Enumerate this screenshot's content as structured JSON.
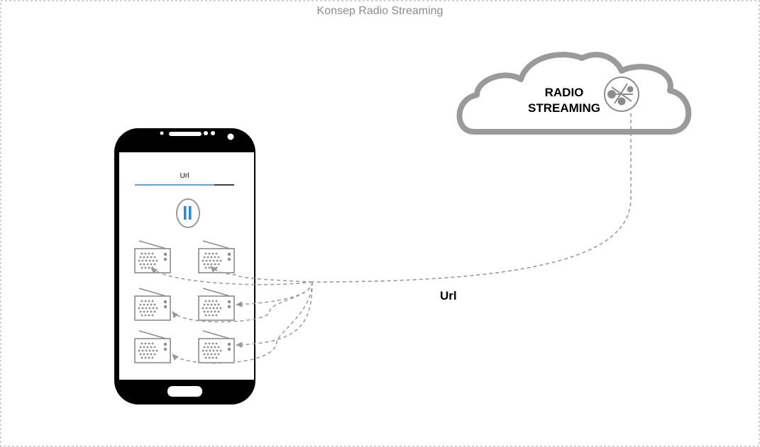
{
  "diagram": {
    "frame_title": "Konsep Radio Streaming",
    "cloud": {
      "line1": "RADIO",
      "line2": "STREAMING",
      "icon": "globe-network-icon"
    },
    "edge_label": "Url",
    "phone": {
      "url_field_label": "Url",
      "pause_icon": "pause-icon",
      "radio_icon": "radio-icon",
      "radio_count": 6
    },
    "colors": {
      "frame_border": "#a6a6a6",
      "cloud_stroke": "#9a9a9a",
      "connector": "#999999",
      "phone_body": "#000000",
      "accent_blue": "#1e88e5",
      "icon_gray": "#8c8c8c"
    }
  }
}
